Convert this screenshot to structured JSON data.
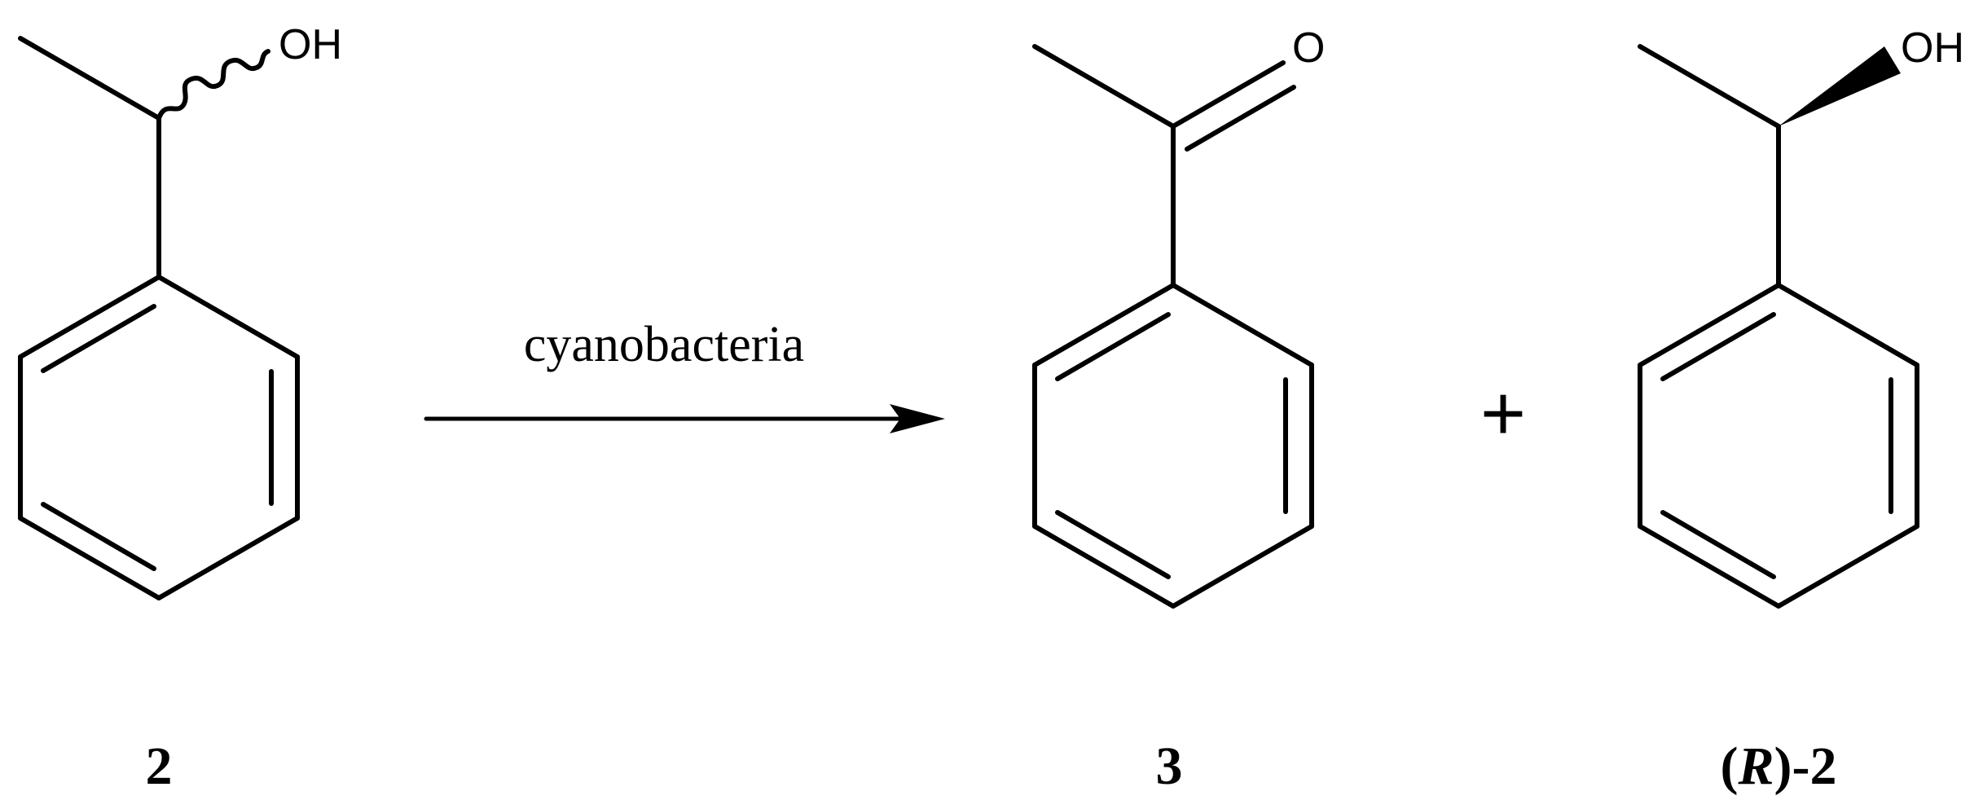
{
  "scheme": {
    "reagent_label": "cyanobacteria",
    "plus_sign": "+",
    "arrow": "reaction-arrow"
  },
  "compounds": [
    {
      "id": "racemic-1-phenylethanol",
      "label": "2",
      "substituent": "OH",
      "stereo_bond": "wavy"
    },
    {
      "id": "acetophenone",
      "label": "3",
      "substituent": "O",
      "stereo_bond": "double"
    },
    {
      "id": "r-1-phenylethanol",
      "label_prefix_open": "(",
      "label_config": "R",
      "label_suffix": ")-2",
      "substituent": "OH",
      "stereo_bond": "wedge"
    }
  ]
}
